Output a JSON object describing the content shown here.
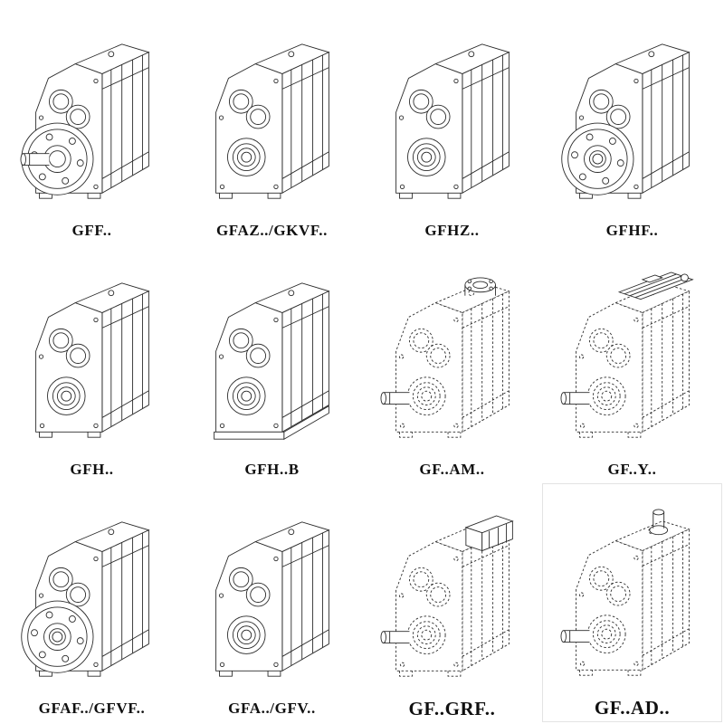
{
  "page": {
    "background": "#ffffff",
    "line_color": "#2b2b2b"
  },
  "catalog": {
    "description": "Parallel shaft helical gear unit mounting variants",
    "rows": [
      {
        "items": [
          {
            "id": "gff",
            "label": "GFF..",
            "drawing": {
              "variant": "flange-solid-shaft",
              "line_style": "solid"
            }
          },
          {
            "id": "gfaz",
            "label": "GFAZ../GKVF..",
            "drawing": {
              "variant": "hollow-shaft",
              "line_style": "solid"
            }
          },
          {
            "id": "gfhz",
            "label": "GFHZ..",
            "drawing": {
              "variant": "hollow-shaft",
              "line_style": "solid"
            }
          },
          {
            "id": "gfhf",
            "label": "GFHF..",
            "drawing": {
              "variant": "flange-hollow-shaft",
              "line_style": "solid"
            }
          }
        ]
      },
      {
        "items": [
          {
            "id": "gfh",
            "label": "GFH..",
            "drawing": {
              "variant": "hollow-shaft",
              "line_style": "solid"
            }
          },
          {
            "id": "gfhb",
            "label": "GFH..B",
            "drawing": {
              "variant": "hollow-shaft-base",
              "line_style": "solid"
            }
          },
          {
            "id": "gfam",
            "label": "GF..AM..",
            "drawing": {
              "variant": "motor-adapter-flange",
              "line_style": "dashed"
            }
          },
          {
            "id": "gfy",
            "label": "GF..Y..",
            "drawing": {
              "variant": "mounted-motor",
              "line_style": "dashed"
            }
          }
        ]
      },
      {
        "items": [
          {
            "id": "gfaf",
            "label": "GFAF../GFVF..",
            "drawing": {
              "variant": "flange-hollow-shaft",
              "line_style": "solid"
            }
          },
          {
            "id": "gfa",
            "label": "GFA../GFV..",
            "drawing": {
              "variant": "hollow-shaft",
              "line_style": "solid"
            }
          },
          {
            "id": "gfgrf",
            "label": "GF..GRF..",
            "drawing": {
              "variant": "gearbox-input-box",
              "line_style": "dashed"
            }
          },
          {
            "id": "gfad",
            "label": "GF..AD..",
            "drawing": {
              "variant": "top-input-shaft",
              "line_style": "dashed"
            }
          }
        ]
      }
    ]
  }
}
